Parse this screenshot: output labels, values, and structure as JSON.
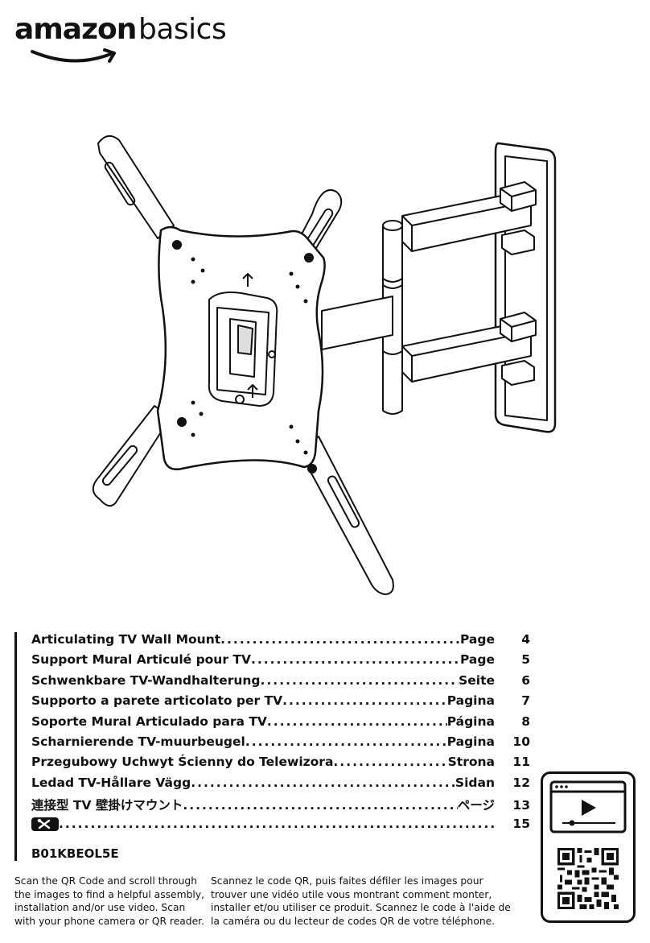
{
  "brand": {
    "part1": "amazon",
    "part2": "basics"
  },
  "toc": [
    {
      "title": "Articulating TV Wall Mount",
      "label": "Page",
      "page": "4"
    },
    {
      "title": "Support Mural Articulé pour TV",
      "label": "Page",
      "page": "5"
    },
    {
      "title": "Schwenkbare TV-Wandhalterung",
      "label": "Seite",
      "page": "6"
    },
    {
      "title": "Supporto a parete articolato per TV",
      "label": "Pagina",
      "page": "7"
    },
    {
      "title": "Soporte Mural Articulado para TV",
      "label": "Página",
      "page": "8"
    },
    {
      "title": "Scharnierende TV-muurbeugel",
      "label": "Pagina",
      "page": "10"
    },
    {
      "title": "Przegubowy Uchwyt Ścienny do Telewizora",
      "label": "Strona",
      "page": "11"
    },
    {
      "title": "Ledad TV-Hållare Vägg",
      "label": "Sidan",
      "page": "12"
    },
    {
      "title": "連接型 TV 壁掛けマウント",
      "label": "ページ",
      "page": "13"
    },
    {
      "title": "",
      "label": "",
      "page": "15",
      "icon": "tools-icon"
    }
  ],
  "sku": "B01KBEOL5E",
  "notes": {
    "en": "Scan the QR Code and scroll through the images to find a helpful assembly, installation and/or use video. Scan with your phone camera or QR reader.",
    "fr": "Scannez le code QR, puis faites défiler les images pour trouver une vidéo utile vous montrant comment monter, installer et/ou utiliser ce produit. Scannez le code à l'aide de la caméra ou du lecteur de codes QR de votre téléphone."
  },
  "icons": [
    "smile-arrow-icon",
    "tools-icon",
    "video-player-icon",
    "qr-code-icon"
  ]
}
